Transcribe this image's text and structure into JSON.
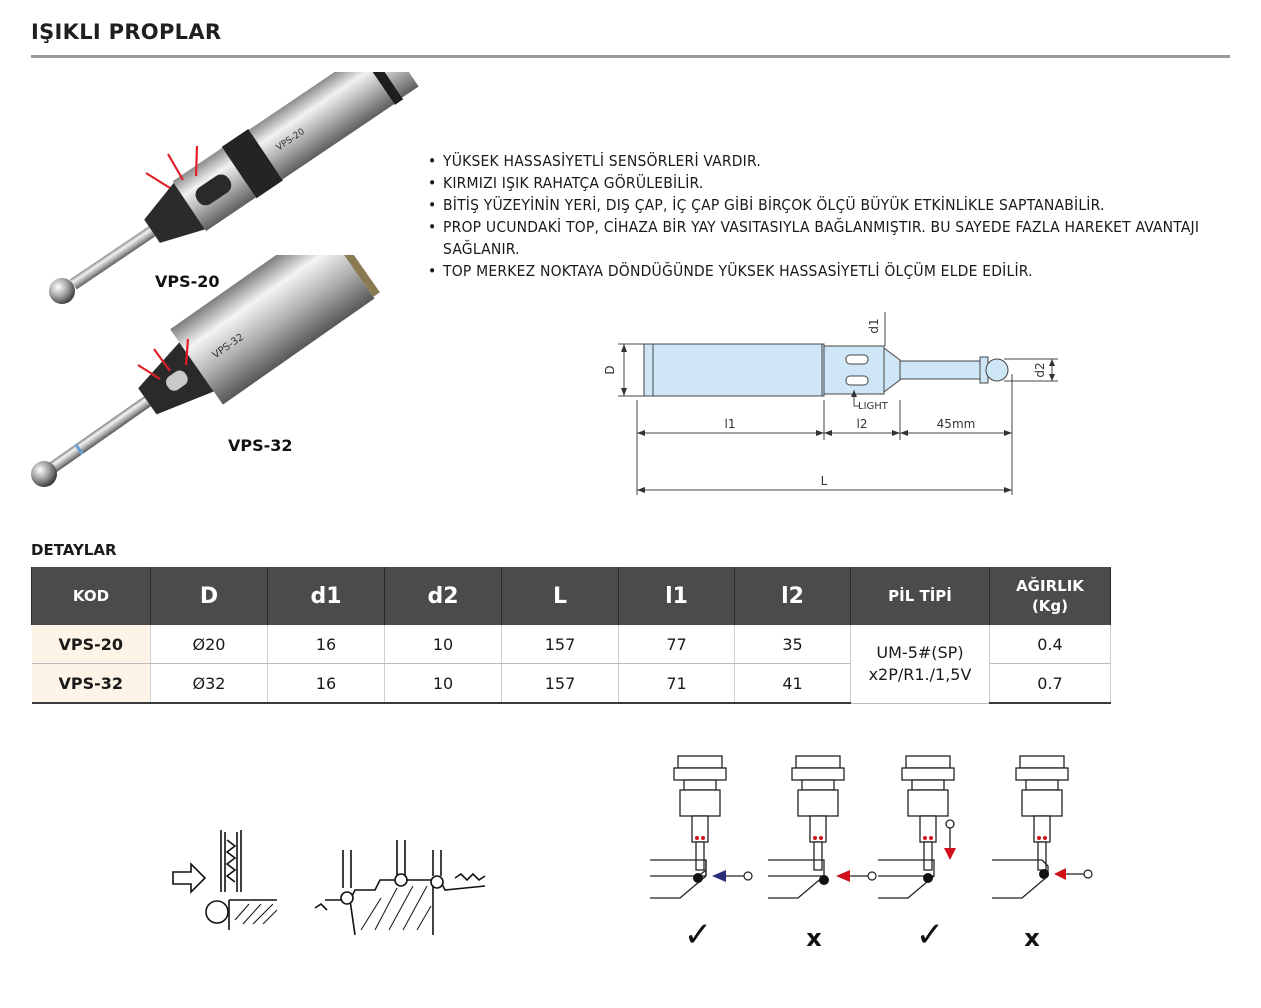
{
  "page": {
    "title": "IŞIKLI PROPLAR"
  },
  "features": [
    "YÜKSEK HASSASİYETLİ SENSÖRLERİ VARDIR.",
    "KIRMIZI IŞIK RAHATÇA GÖRÜLEBİLİR.",
    "BİTİŞ YÜZEYİNİN YERİ, DIŞ ÇAP, İÇ ÇAP GİBİ BİRÇOK ÖLÇÜ BÜYÜK ETKİNLİKLE SAPTANABİLİR.",
    "PROP UCUNDAKİ TOP, CİHAZA BİR YAY VASITASIYLA BAĞLANMIŞTIR. BU SAYEDE FAZLA HAREKET AVANTAJI SAĞLANIR.",
    "TOP MERKEZ NOKTAYA DÖNDÜĞÜNDE YÜKSEK HASSASİYETLİ ÖLÇÜM ELDE EDİLİR."
  ],
  "products": {
    "vps20_label": "VPS-20",
    "vps32_label": "VPS-32",
    "vps20_engraving": "VPS-20",
    "vps32_engraving": "VPS-32"
  },
  "diagram": {
    "D": "D",
    "d1": "d1",
    "d2": "d2",
    "light": "LIGHT",
    "l1": "l1",
    "l2": "l2",
    "tip": "45mm",
    "L": "L"
  },
  "details": {
    "title": "DETAYLAR",
    "headers": [
      "KOD",
      "D",
      "d1",
      "d2",
      "L",
      "l1",
      "l2",
      "PİL TİPİ",
      "AĞIRLIK",
      "(Kg)"
    ],
    "rows": [
      {
        "kod": "VPS-20",
        "D": "Ø20",
        "d1": "16",
        "d2": "10",
        "L": "157",
        "l1": "77",
        "l2": "35",
        "weight": "0.4"
      },
      {
        "kod": "VPS-32",
        "D": "Ø32",
        "d1": "16",
        "d2": "10",
        "L": "157",
        "l1": "71",
        "l2": "41",
        "weight": "0.7"
      }
    ],
    "battery": {
      "line1": "UM-5#(SP)",
      "line2": "x2P/R1./1,5V"
    }
  },
  "usage": {
    "marks": [
      "✓",
      "x",
      "✓",
      "x"
    ]
  },
  "colors": {
    "header_bg": "#4b4b4b",
    "code_cell_bg": "#fdf3e6",
    "body_blue": "#cfe6f6",
    "signal_red": "#d0101a",
    "arrow_blue": "#2b2f7a"
  }
}
